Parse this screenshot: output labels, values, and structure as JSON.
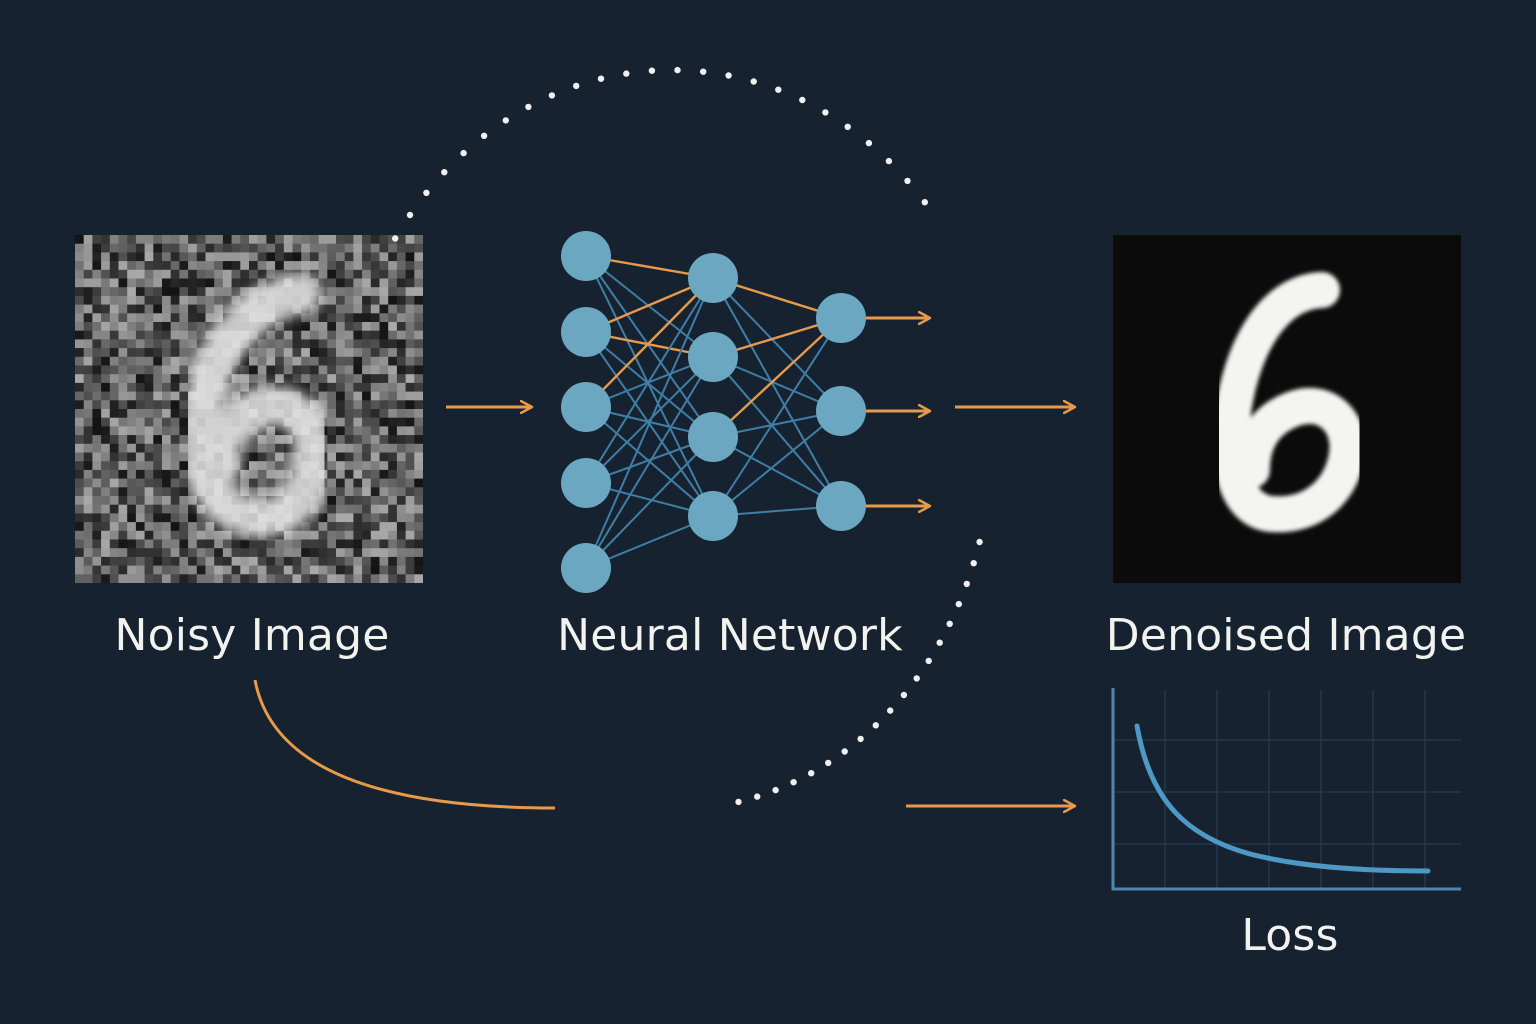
{
  "labels": {
    "noisy_image": "Noisy Image",
    "neural_network": "Neural Network",
    "denoised_image": "Denoised Image",
    "loss": "Loss"
  },
  "digit": "6",
  "network": {
    "layers": [
      5,
      4,
      3
    ]
  },
  "loss_curve": {
    "shape": "decreasing",
    "grid": true
  },
  "colors": {
    "background": "#172231",
    "node": "#6ba7c0",
    "edge_blue": "#3f7fa6",
    "edge_orange": "#e69a4a",
    "arrow": "#e69a4a",
    "dots": "#f0f0f0",
    "loss_curve": "#4d98c4",
    "loss_axis": "#4e86ad",
    "text": "#f2f2ee"
  }
}
